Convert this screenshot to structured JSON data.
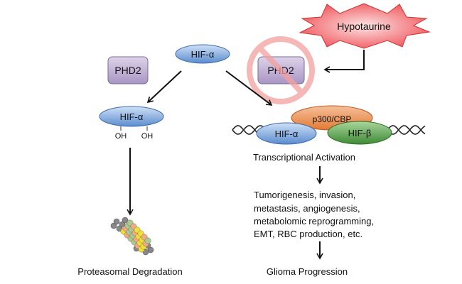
{
  "nodes": {
    "hypotaurine": "Hypotaurine",
    "hif_alpha_top": "HIF-α",
    "phd2_left": "PHD2",
    "phd2_inhibited": "PHD2",
    "hif_alpha_hydroxylated": "HIF-α",
    "oh_left": "OH",
    "oh_right": "OH",
    "proteasomal_degradation": "Proteasomal Degradation",
    "p300_cbp": "p300/CBP",
    "hif_alpha_complex": "HIF-α",
    "hif_beta_complex": "HIF-β",
    "transcriptional_activation": "Transcriptional Activation",
    "outcomes": [
      "Tumorigenesis, invasion,",
      "metastasis, angiogenesis,",
      "metabolomic reprogramming,",
      "EMT, RBC production, etc."
    ],
    "glioma_progression": "Glioma Progression"
  },
  "colors": {
    "hif_alpha": "#6d9bd6",
    "hif_beta": "#4e9a45",
    "p300": "#e8884a",
    "phd2": "#b9a7cf",
    "hypotaurine": "#f07070",
    "inhibition": "#f4a7a7"
  }
}
